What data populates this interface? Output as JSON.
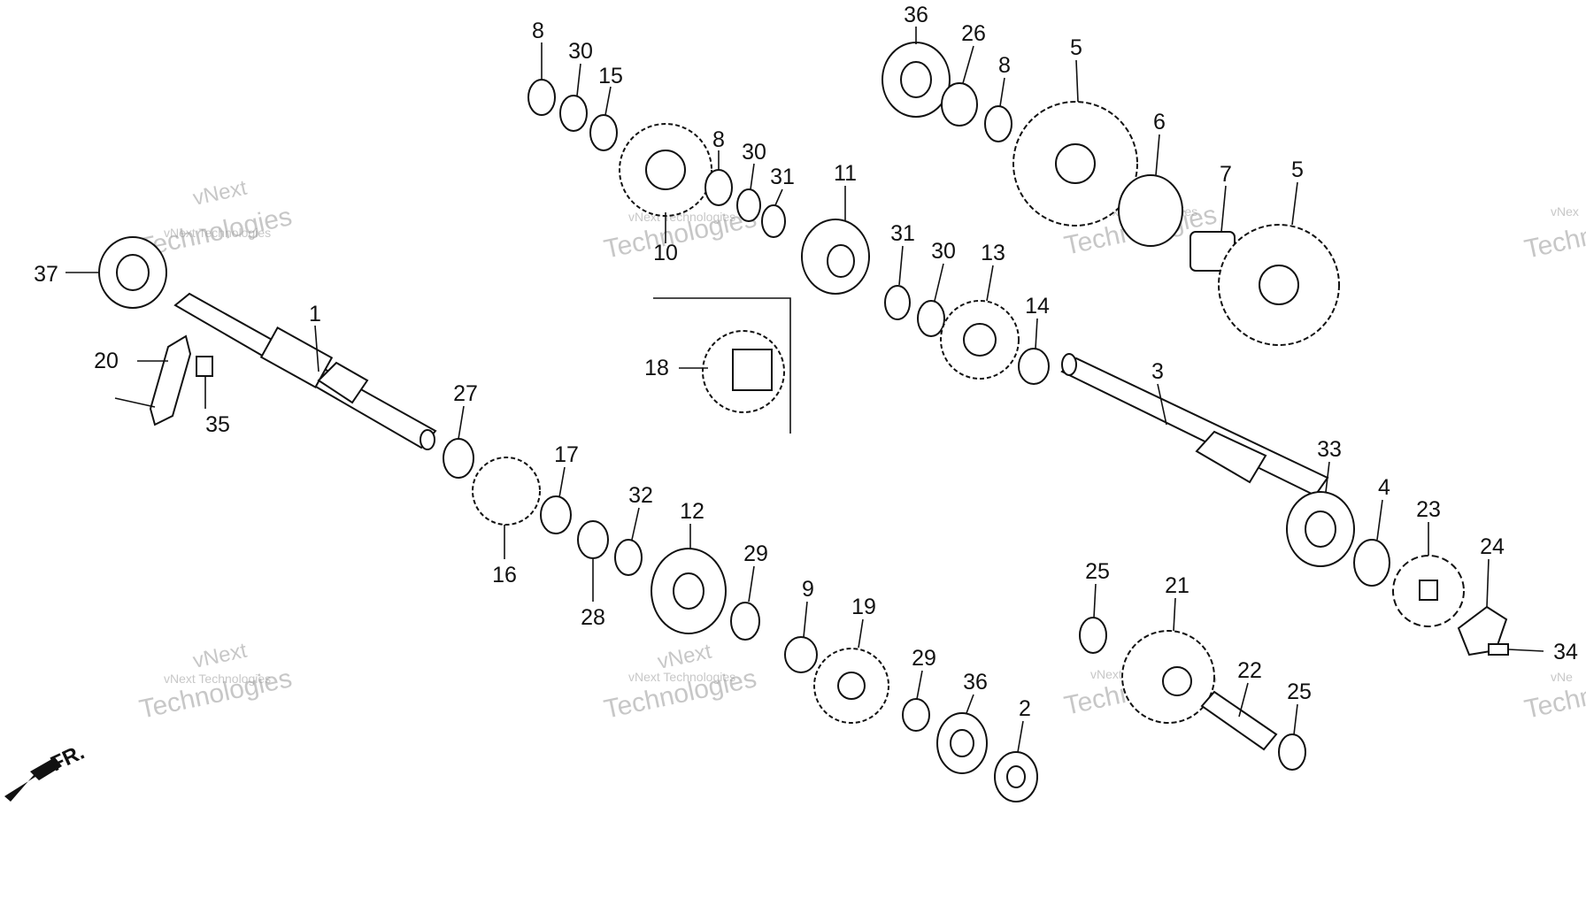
{
  "watermark": {
    "line1": "vNext Technologies",
    "line2": "vNext",
    "line3": "Technologies",
    "partial1": "vNex",
    "partial2": "Techn",
    "partial3": "vNe"
  },
  "direction_label": "FR.",
  "callouts": [
    {
      "id": "c8a",
      "text": "8"
    },
    {
      "id": "c30a",
      "text": "30"
    },
    {
      "id": "c15",
      "text": "15"
    },
    {
      "id": "c10",
      "text": "10"
    },
    {
      "id": "c8b",
      "text": "8"
    },
    {
      "id": "c30b",
      "text": "30"
    },
    {
      "id": "c31a",
      "text": "31"
    },
    {
      "id": "c11",
      "text": "11"
    },
    {
      "id": "c36a",
      "text": "36"
    },
    {
      "id": "c26",
      "text": "26"
    },
    {
      "id": "c8c",
      "text": "8"
    },
    {
      "id": "c5a",
      "text": "5"
    },
    {
      "id": "c6",
      "text": "6"
    },
    {
      "id": "c7",
      "text": "7"
    },
    {
      "id": "c5b",
      "text": "5"
    },
    {
      "id": "c31b",
      "text": "31"
    },
    {
      "id": "c30c",
      "text": "30"
    },
    {
      "id": "c13",
      "text": "13"
    },
    {
      "id": "c14",
      "text": "14"
    },
    {
      "id": "c37",
      "text": "37"
    },
    {
      "id": "c1",
      "text": "1"
    },
    {
      "id": "c20",
      "text": "20"
    },
    {
      "id": "c35",
      "text": "35"
    },
    {
      "id": "c18",
      "text": "18"
    },
    {
      "id": "c3",
      "text": "3"
    },
    {
      "id": "c27",
      "text": "27"
    },
    {
      "id": "c17",
      "text": "17"
    },
    {
      "id": "c16",
      "text": "16"
    },
    {
      "id": "c28",
      "text": "28"
    },
    {
      "id": "c32",
      "text": "32"
    },
    {
      "id": "c12",
      "text": "12"
    },
    {
      "id": "c29a",
      "text": "29"
    },
    {
      "id": "c9",
      "text": "9"
    },
    {
      "id": "c19",
      "text": "19"
    },
    {
      "id": "c29b",
      "text": "29"
    },
    {
      "id": "c36b",
      "text": "36"
    },
    {
      "id": "c2",
      "text": "2"
    },
    {
      "id": "c33",
      "text": "33"
    },
    {
      "id": "c4",
      "text": "4"
    },
    {
      "id": "c23",
      "text": "23"
    },
    {
      "id": "c24",
      "text": "24"
    },
    {
      "id": "c34",
      "text": "34"
    },
    {
      "id": "c25a",
      "text": "25"
    },
    {
      "id": "c21",
      "text": "21"
    },
    {
      "id": "c22",
      "text": "22"
    },
    {
      "id": "c25b",
      "text": "25"
    }
  ]
}
